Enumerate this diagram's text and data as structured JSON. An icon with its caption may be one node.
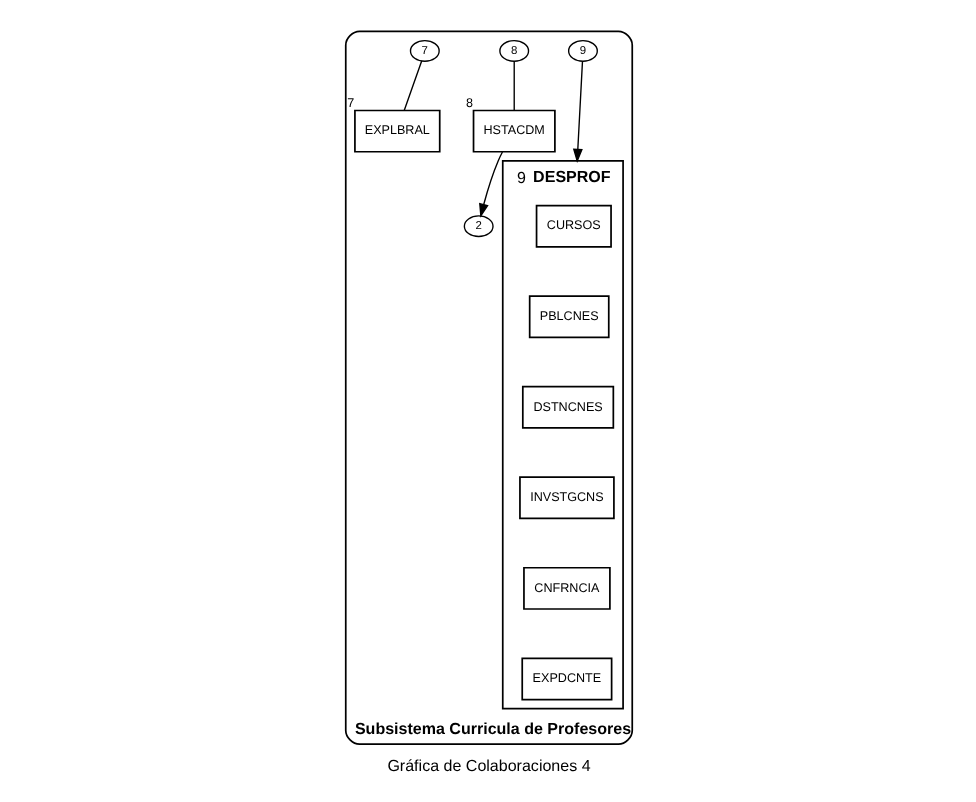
{
  "diagram": {
    "caption": "Gráfica de Colaboraciones 4",
    "nodes": [
      {
        "text": [
          "Subsistema Curricula de Profesores"
        ]
      },
      {
        "text": [
          "7"
        ],
        "in": 0
      },
      {
        "text": [
          "8"
        ],
        "in": 0
      },
      {
        "text": [
          "9"
        ],
        "in": 0
      },
      {
        "text": [
          "EXPLBRAL"
        ],
        "beside": [
          "7"
        ],
        "in": 0
      },
      {
        "text": [
          "HSTACDM"
        ],
        "beside": [
          "8"
        ],
        "in": 0
      },
      {
        "text": [
          "DESPROF"
        ],
        "beside": [
          "9"
        ],
        "in": 0
      },
      {
        "text": [
          "CURSOS"
        ],
        "in": 6
      },
      {
        "text": [
          "PBLCNES"
        ],
        "in": 6
      },
      {
        "text": [
          "DSTNCNES"
        ],
        "in": 6
      },
      {
        "text": [
          "INVSTGCNS"
        ],
        "in": 6
      },
      {
        "text": [
          "CNFRNCIA"
        ],
        "in": 6
      },
      {
        "text": [
          "EXPDCNTE"
        ],
        "in": 6
      },
      {
        "text": [
          "2"
        ],
        "in": 0
      }
    ],
    "edges": [
      {
        "from": 1,
        "to": 4,
        "arrow": "none"
      },
      {
        "from": 2,
        "to": 5,
        "arrow": "none"
      },
      {
        "from": 3,
        "to": 6,
        "arrow": "to"
      },
      {
        "from": 5,
        "to": 13,
        "arrow": "to"
      }
    ]
  }
}
